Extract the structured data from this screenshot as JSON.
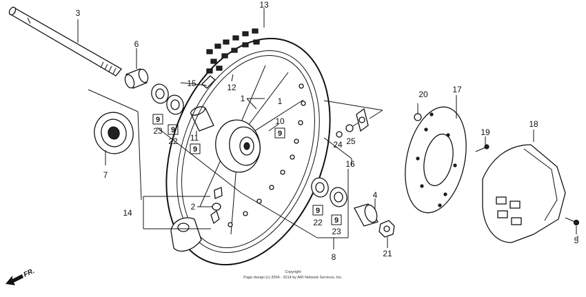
{
  "diagram": {
    "callouts": [
      {
        "id": "1a",
        "text": "1"
      },
      {
        "id": "1b",
        "text": "1"
      },
      {
        "id": "2",
        "text": "2"
      },
      {
        "id": "3",
        "text": "3"
      },
      {
        "id": "4",
        "text": "4"
      },
      {
        "id": "5",
        "text": "5"
      },
      {
        "id": "6",
        "text": "6"
      },
      {
        "id": "7",
        "text": "7"
      },
      {
        "id": "8",
        "text": "8"
      },
      {
        "id": "10",
        "text": "10"
      },
      {
        "id": "11",
        "text": "11"
      },
      {
        "id": "12",
        "text": "12"
      },
      {
        "id": "13",
        "text": "13"
      },
      {
        "id": "14",
        "text": "14"
      },
      {
        "id": "15",
        "text": "15"
      },
      {
        "id": "16",
        "text": "16"
      },
      {
        "id": "17",
        "text": "17"
      },
      {
        "id": "18",
        "text": "18"
      },
      {
        "id": "19",
        "text": "19"
      },
      {
        "id": "20",
        "text": "20"
      },
      {
        "id": "21",
        "text": "21"
      },
      {
        "id": "22a",
        "text": "22"
      },
      {
        "id": "22b",
        "text": "22"
      },
      {
        "id": "23a",
        "text": "23"
      },
      {
        "id": "23b",
        "text": "23"
      },
      {
        "id": "24",
        "text": "24"
      },
      {
        "id": "25",
        "text": "25"
      }
    ],
    "boxed_refs": [
      {
        "id": "b1",
        "text": "9"
      },
      {
        "id": "b2",
        "text": "9"
      },
      {
        "id": "b3",
        "text": "9"
      },
      {
        "id": "b4",
        "text": "9"
      },
      {
        "id": "b5",
        "text": "9"
      },
      {
        "id": "b6",
        "text": "9"
      }
    ],
    "direction_label": "FR.",
    "footer": {
      "line1": "Copyright",
      "line2": "Page design (c) 2004 - 2014 by ARI Network Services, Inc."
    }
  }
}
